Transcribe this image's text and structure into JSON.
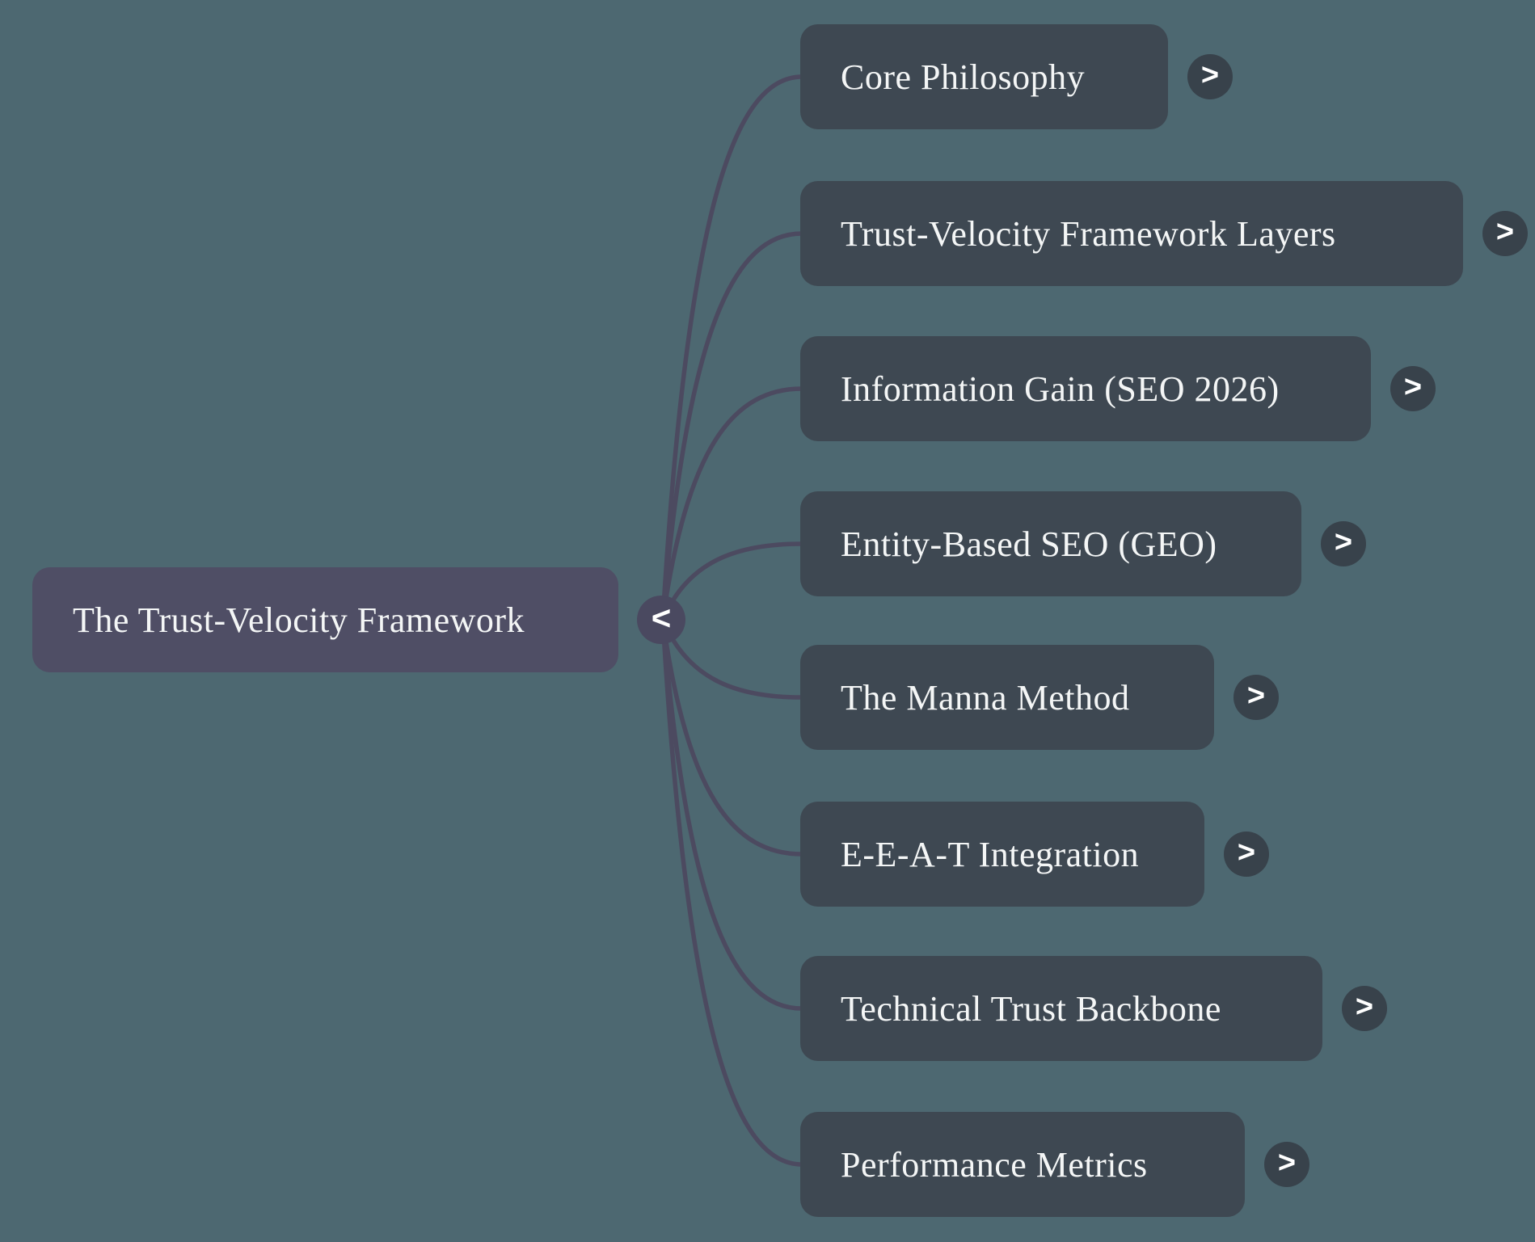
{
  "colors": {
    "background": "#4d6871",
    "root_fill": "#4f4e65",
    "root_button_fill": "#4a4960",
    "node_fill": "#3e4852",
    "node_button_fill": "#38424b",
    "link": "#4c4a60",
    "text": "#f4f6f6"
  },
  "root": {
    "label": "The Trust-Velocity Framework"
  },
  "icons": {
    "collapse": "<",
    "expand": ">"
  },
  "children": [
    {
      "label": "Core Philosophy"
    },
    {
      "label": "Trust-Velocity Framework Layers"
    },
    {
      "label": "Information Gain (SEO 2026)"
    },
    {
      "label": "Entity-Based SEO (GEO)"
    },
    {
      "label": "The Manna Method"
    },
    {
      "label": "E-E-A-T Integration"
    },
    {
      "label": "Technical Trust Backbone"
    },
    {
      "label": "Performance Metrics"
    }
  ]
}
